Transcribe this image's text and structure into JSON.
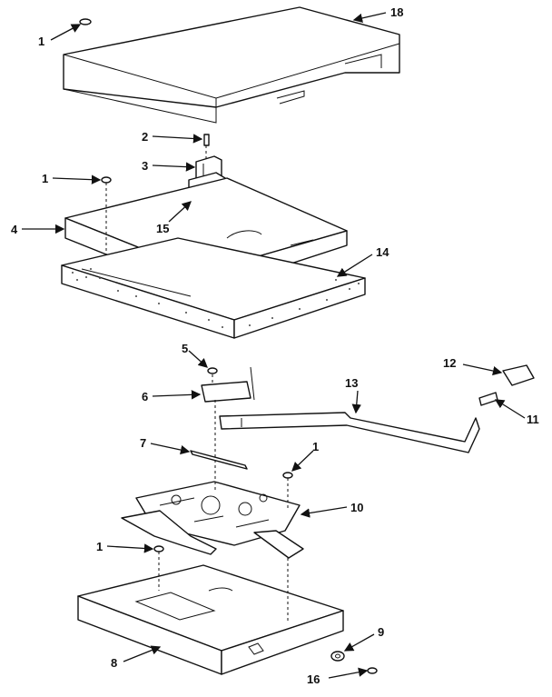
{
  "callouts": {
    "c1_top": "1",
    "c18": "18",
    "c2": "2",
    "c3": "3",
    "c1_mid": "1",
    "c4": "4",
    "c15": "15",
    "c14": "14",
    "c5": "5",
    "c6": "6",
    "c12": "12",
    "c13": "13",
    "c11": "11",
    "c7": "7",
    "c1_lowright": "1",
    "c10": "10",
    "c1_lowleft": "1",
    "c9": "9",
    "c8": "8",
    "c16": "16"
  }
}
